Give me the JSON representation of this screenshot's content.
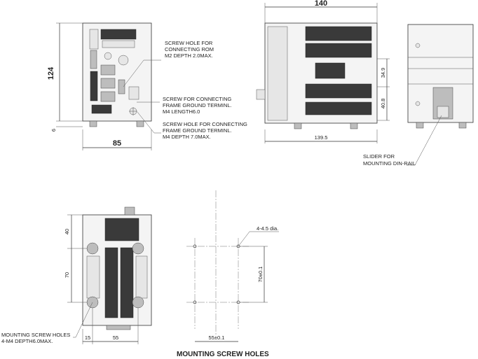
{
  "front_view": {
    "height_label": "124",
    "width_label": "85",
    "offset_label": "6",
    "callouts": [
      {
        "id": "rom_hole",
        "lines": [
          "SCREW HOLE FOR",
          "CONNECTING ROM",
          "M2 DEPTH 2.0MAX."
        ]
      },
      {
        "id": "fg_screw",
        "lines": [
          "SCREW FOR CONNECTING",
          "FRAME GROUND TERMINL.",
          "M4 LENGTH6.0"
        ]
      },
      {
        "id": "fg_hole",
        "lines": [
          "SCREW HOLE FOR CONNECTING",
          "FRAME GROUND TERMINL.",
          "M4 DEPTH 7.0MAX."
        ]
      }
    ]
  },
  "side_view": {
    "width_label": "140",
    "depth_label": "139.5",
    "upper_label": "34.9",
    "lower_label": "40.8"
  },
  "rear_view": {
    "callout": {
      "lines": [
        "SLIDER FOR",
        "MOUNTING DIN-RAIL"
      ]
    }
  },
  "mounting_view": {
    "dims": {
      "top": "40",
      "pitch_v": "70",
      "left": "15",
      "pitch_h": "55"
    },
    "callout": {
      "lines": [
        "MOUNTING SCREW HOLES",
        "4-M4 DEPTH6.0MAX."
      ]
    }
  },
  "hole_pattern": {
    "hole_label": "4-4.5 dia.",
    "pitch_v_label": "70±0.1",
    "pitch_h_label": "55±0.1",
    "title": "MOUNTING SCREW HOLES"
  }
}
